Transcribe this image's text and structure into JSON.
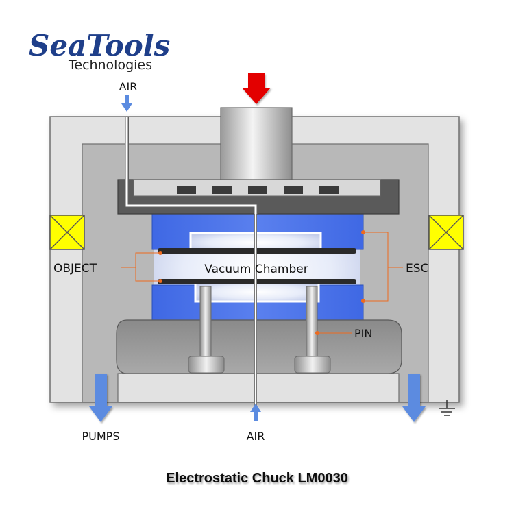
{
  "logo": {
    "name": "SeaTools",
    "subtitle": "Technologies"
  },
  "labels": {
    "air_top": "AIR",
    "air_bottom": "AIR",
    "object": "OBJECT",
    "vacuum_chamber": "Vacuum Chamber",
    "esc": "ESC",
    "pin": "PIN",
    "pumps": "PUMPS"
  },
  "caption": "Electrostatic Chuck LM0030",
  "colors": {
    "accent_blue": "#3a66e6",
    "arrow_blue": "#5b8be0",
    "press_arrow": "#e30000",
    "coil_yellow": "#ffff00",
    "leader_orange": "#ee6a1e",
    "logo_navy": "#1f3f8a"
  }
}
